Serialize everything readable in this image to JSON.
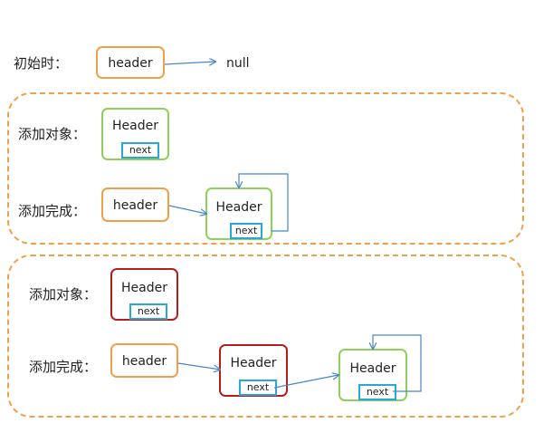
{
  "colors": {
    "orange": "#f0a04a",
    "green": "#8fd05a",
    "darkred": "#b01e1e",
    "next_border": "#2aa6d8",
    "arrow": "#4a86c8",
    "dashed": "#f0a04a"
  },
  "initial": {
    "label": "初始时：",
    "header_text": "header",
    "null_text": "null"
  },
  "group1": {
    "add_object_label": "添加对象：",
    "add_done_label": "添加完成：",
    "node_title": "Header",
    "node_next": "next",
    "header_text": "header",
    "done_node_title": "Header",
    "done_node_next": "next"
  },
  "group2": {
    "add_object_label": "添加对象：",
    "add_done_label": "添加完成：",
    "new_node_title": "Header",
    "new_node_next": "next",
    "header_text": "header",
    "node1_title": "Header",
    "node1_next": "next",
    "node2_title": "Header",
    "node2_next": "next"
  }
}
